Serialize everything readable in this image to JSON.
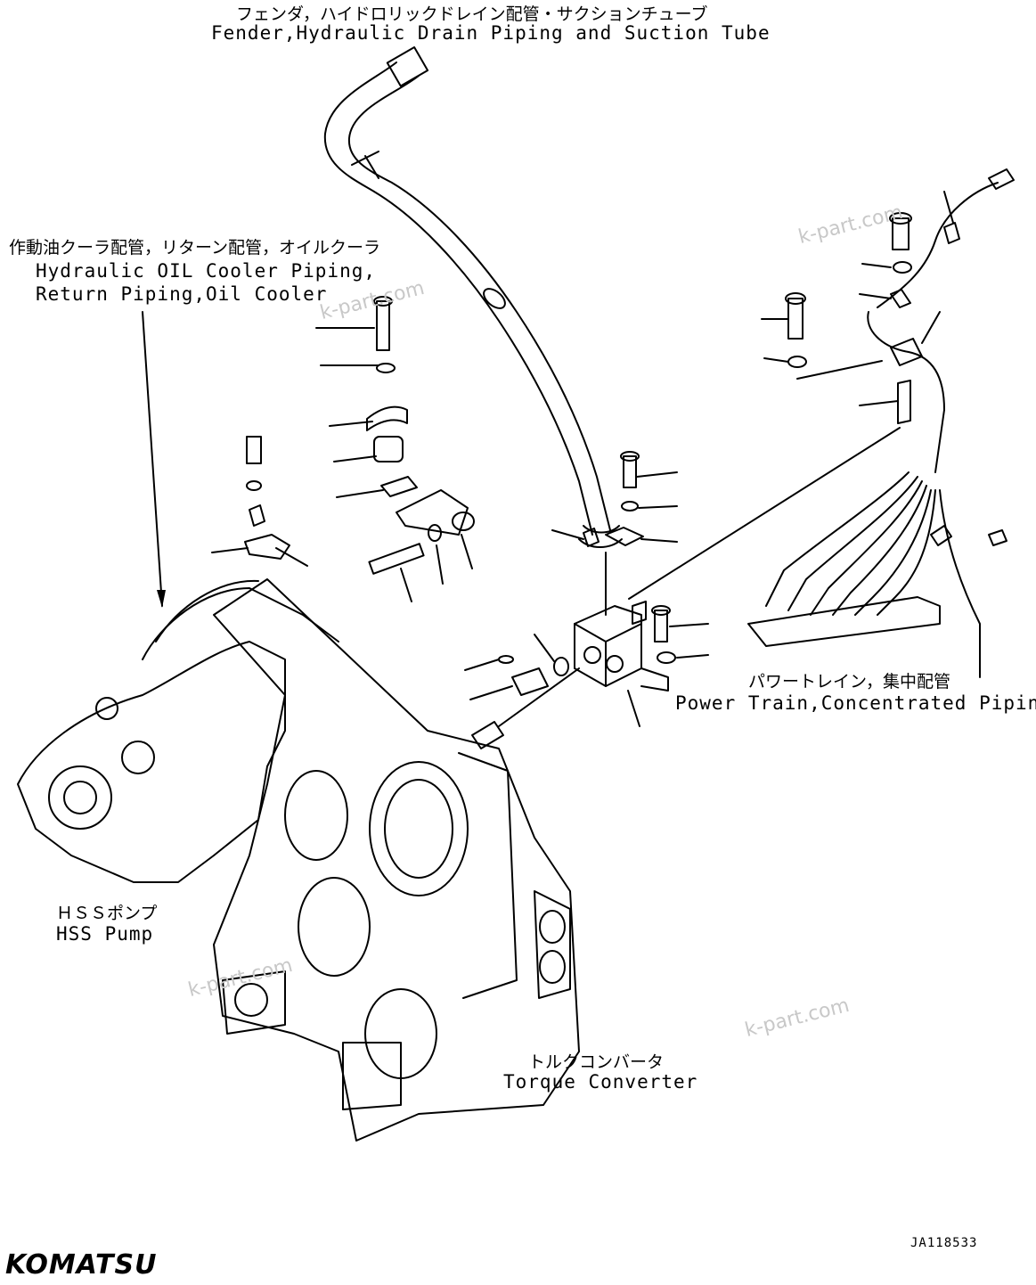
{
  "labels": {
    "fender_jp": "フェンダ，ハイドロリックドレイン配管・サクションチューブ",
    "fender_en": "Fender,Hydraulic Drain Piping and Suction Tube",
    "cooler_jp": "作動油クーラ配管，リターン配管，オイルクーラ",
    "cooler_en1": "Hydraulic OIL Cooler Piping,",
    "cooler_en2": "Return Piping,Oil Cooler",
    "power_jp": "パワートレイン，集中配管",
    "power_en": "Power Train,Concentrated Piping",
    "hss_jp": "ＨＳＳポンプ",
    "hss_en": "HSS Pump",
    "torque_jp": "トルクコンバータ",
    "torque_en": "Torque Converter"
  },
  "watermark": "k-part.com",
  "drawing_code": "JA118533",
  "logo": "KOMATSU"
}
